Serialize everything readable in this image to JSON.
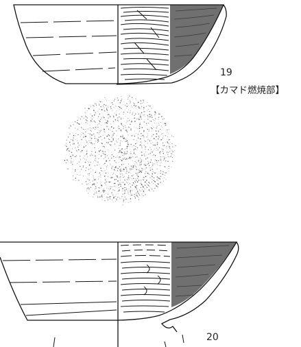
{
  "figures": [
    {
      "number": "19",
      "caption": "【カマド燃焼部】"
    },
    {
      "number": "20",
      "caption": ""
    }
  ],
  "colors": {
    "line": "#111111",
    "hatch": "#707070",
    "stipple": "#555555",
    "paper": "#ffffff"
  }
}
